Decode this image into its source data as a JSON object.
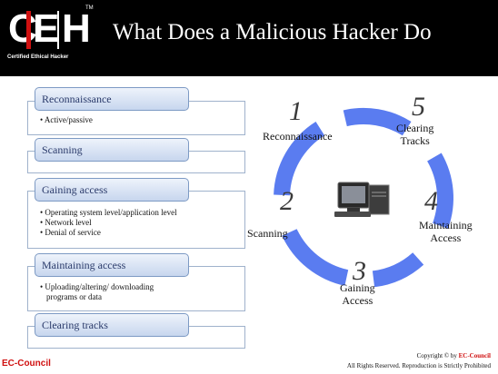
{
  "header": {
    "logo_letters": [
      "C",
      "E",
      "H"
    ],
    "logo_tm": "TM",
    "logo_subtitle": "Certified   Ethical   Hacker",
    "title": "What Does a Malicious Hacker Do",
    "background": "#000000",
    "accent": "#d01010"
  },
  "phases_list": [
    {
      "label": "Reconnaissance",
      "bullets": [
        "• Active/passive"
      ]
    },
    {
      "label": "Scanning",
      "bullets": []
    },
    {
      "label": "Gaining access",
      "bullets": [
        "• Operating system level/application level",
        "• Network level",
        "• Denial of service"
      ]
    },
    {
      "label": "Maintaining access",
      "bullets": [
        "• Uploading/altering/ downloading",
        "programs or data"
      ]
    },
    {
      "label": "Clearing tracks",
      "bullets": []
    }
  ],
  "cycle": {
    "ring_color": "#5a7cf0",
    "center_icon": "computer-icon",
    "steps": [
      {
        "number": "1",
        "label": "Reconnaissance"
      },
      {
        "number": "2",
        "label": "Scanning"
      },
      {
        "number": "3",
        "label_lines": [
          "Gaining",
          "Access"
        ]
      },
      {
        "number": "4",
        "label_lines": [
          "Maintaining",
          "Access"
        ]
      },
      {
        "number": "5",
        "label_lines": [
          "Clearing",
          "Tracks"
        ]
      }
    ]
  },
  "footer": {
    "brand": "EC-Council",
    "copyright_prefix": "Copyright © by ",
    "copyright_brand": "EC-Council",
    "rights": "All Rights Reserved. Reproduction is Strictly Prohibited"
  }
}
